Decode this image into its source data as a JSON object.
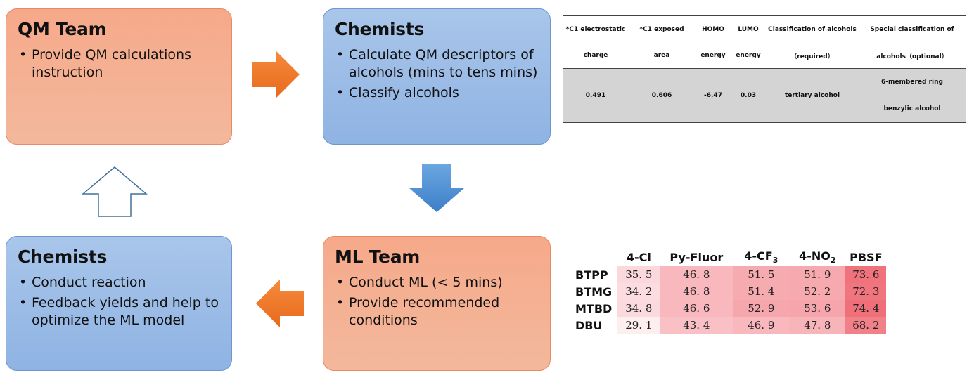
{
  "boxes": {
    "qm_team": {
      "title": "QM Team",
      "items": [
        "Provide QM calculations instruction"
      ]
    },
    "chemists_top": {
      "title": "Chemists",
      "items": [
        "Calculate QM descriptors of alcohols (mins to tens mins)",
        "Classify alcohols"
      ]
    },
    "ml_team": {
      "title": "ML Team",
      "items": [
        "Conduct ML (< 5 mins)",
        "Provide recommended conditions"
      ]
    },
    "chemists_bottom": {
      "title": "Chemists",
      "items": [
        "Conduct reaction",
        "Feedback yields and help to optimize the ML model"
      ]
    }
  },
  "qm_table": {
    "headers": [
      {
        "line1": "*C1 electrostatic",
        "line2": "charge"
      },
      {
        "line1": "*C1 exposed",
        "line2": "area"
      },
      {
        "line1": "HOMO",
        "line2": "energy"
      },
      {
        "line1": "LUMO",
        "line2": "energy"
      },
      {
        "line1": "Classification of alcohols",
        "line2": "（required）"
      },
      {
        "line1": "Special classification of",
        "line2": "alcohols（optional）"
      }
    ],
    "row": {
      "charge": "0.491",
      "area": "0.606",
      "homo": "-6.47",
      "lumo": "0.03",
      "classification": "tertiary alcohol",
      "special_1": "6-membered ring",
      "special_2": "benzylic alcohol"
    }
  },
  "chart_data": {
    "type": "heatmap",
    "columns": [
      {
        "base": "4-Cl",
        "sub": ""
      },
      {
        "base": "Py-Fluor",
        "sub": ""
      },
      {
        "base": "4-CF",
        "sub": "3"
      },
      {
        "base": "4-NO",
        "sub": "2"
      },
      {
        "base": "PBSF",
        "sub": ""
      }
    ],
    "rows": [
      "BTPP",
      "BTMG",
      "MTBD",
      "DBU"
    ],
    "values": [
      [
        35.5,
        46.8,
        51.5,
        51.9,
        73.6
      ],
      [
        34.2,
        46.8,
        51.4,
        52.2,
        72.3
      ],
      [
        34.8,
        46.6,
        52.9,
        53.6,
        74.4
      ],
      [
        29.1,
        43.4,
        46.9,
        47.8,
        68.2
      ]
    ],
    "display": [
      [
        "35. 5",
        "46. 8",
        "51. 5",
        "51. 9",
        "73. 6"
      ],
      [
        "34. 2",
        "46. 8",
        "51. 4",
        "52. 2",
        "72. 3"
      ],
      [
        "34. 8",
        "46. 6",
        "52. 9",
        "53. 6",
        "74. 4"
      ],
      [
        "29. 1",
        "43. 4",
        "46. 9",
        "47. 8",
        "68. 2"
      ]
    ],
    "color_low": "#ffffff",
    "color_high": "#f0707a"
  },
  "colors": {
    "orange_arrow": "#f07b2c",
    "blue_arrow": "#4a8fd4",
    "outline_arrow": "#41719c"
  }
}
